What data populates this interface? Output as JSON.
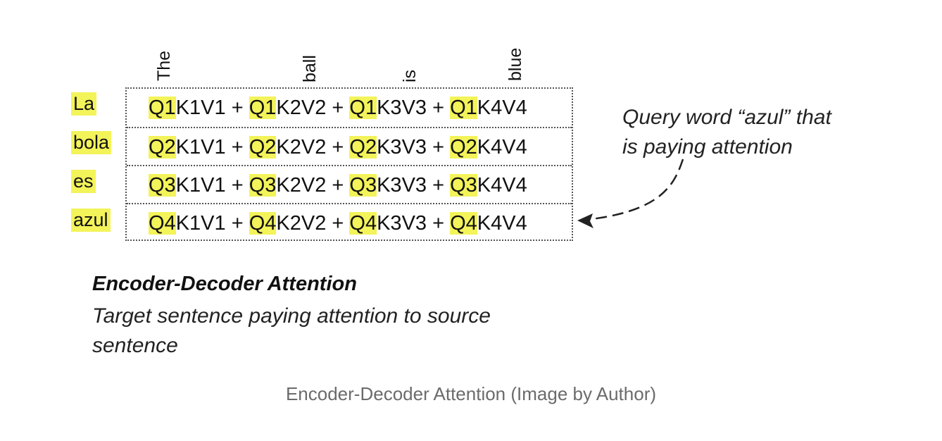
{
  "columns": [
    "The",
    "ball",
    "is",
    "blue"
  ],
  "rows": [
    {
      "label": "La",
      "q": "Q1"
    },
    {
      "label": "bola",
      "q": "Q2"
    },
    {
      "label": "es",
      "q": "Q3"
    },
    {
      "label": "azul",
      "q": "Q4"
    }
  ],
  "terms": [
    "K1V1",
    "K2V2",
    "K3V3",
    "K4V4"
  ],
  "operator": "+",
  "highlight_color": "#f3f35a",
  "annotation": {
    "line1": "Query word “azul” that",
    "line2": "is paying attention"
  },
  "caption": {
    "title": "Encoder-Decoder Attention",
    "subtitle": "Target sentence paying attention to source sentence"
  },
  "figure_caption": "Encoder-Decoder Attention (Image by Author)"
}
